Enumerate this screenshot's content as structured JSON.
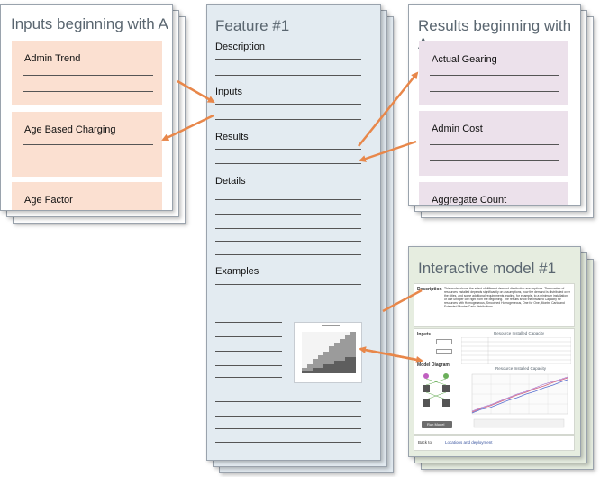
{
  "inputs_panel": {
    "title": "Inputs beginning with A",
    "cards": [
      "Admin Trend",
      "Age Based Charging",
      "Age Factor"
    ]
  },
  "feature_panel": {
    "title": "Feature #1",
    "sections": {
      "description": "Description",
      "inputs": "Inputs",
      "results": "Results",
      "details": "Details",
      "examples": "Examples"
    }
  },
  "results_panel": {
    "title": "Results beginning with A",
    "cards": [
      "Actual Gearing",
      "Admin Cost",
      "Aggregate Count"
    ]
  },
  "model_panel": {
    "title": "Interactive model #1",
    "description_label": "Description",
    "description_text": "This model shows the effect of different demand distribution assumptions. The number of resources installed depends significantly on assumptions, how the demand is distributed over the cities, and some additional requirements leading, for example, to a minimum installation of one unit per city right from the beginning. The results show the installed Capacity for resources with Homogeneous, Smoothed Homogeneous, One for One, Montre Carlo and Extended Montre Carlo distributions.",
    "inputs_label": "Inputs",
    "table_title": "Resource Installed Capacity",
    "chart_title": "Resource Installed Capacity",
    "model_diagram_label": "Model Diagram",
    "run_button": "Run Model",
    "footer_back": "Back to",
    "footer_link": "Locations and deployment"
  },
  "colors": {
    "input_card": "#fbe0d1",
    "result_card": "#ece1eb",
    "feature_bg": "#e3ebf1",
    "model_bg": "#e6ede0",
    "arrow": "#e8874a"
  }
}
